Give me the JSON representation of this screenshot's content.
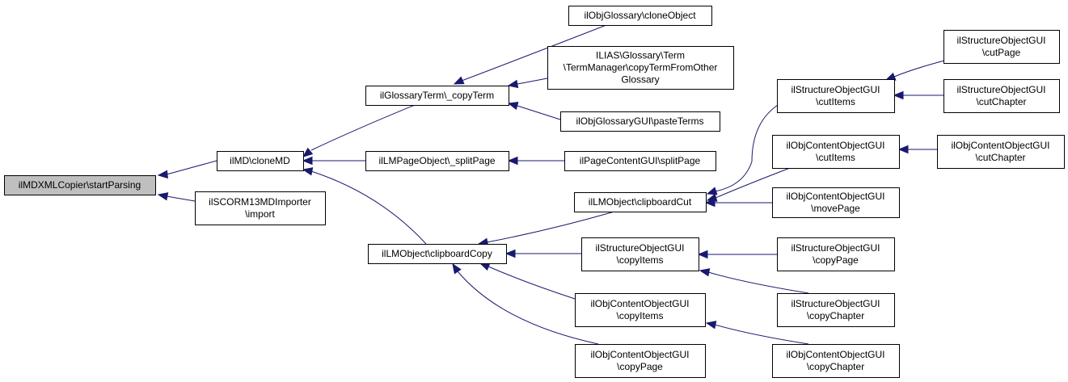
{
  "colors": {
    "edge": "#191970",
    "root_fill": "#bfbfbf",
    "node_fill": "#ffffff",
    "border": "#000000"
  },
  "nodes": [
    {
      "id": "root",
      "lines": [
        "ilMDXMLCopier\\startParsing"
      ]
    },
    {
      "id": "clonemd",
      "lines": [
        "ilMD\\cloneMD"
      ]
    },
    {
      "id": "scorm",
      "lines": [
        "ilSCORM13MDImporter",
        "\\import"
      ]
    },
    {
      "id": "glossterm",
      "lines": [
        "ilGlossaryTerm\\_copyTerm"
      ]
    },
    {
      "id": "splitpage",
      "lines": [
        "ilLMPageObject\\_splitPage"
      ]
    },
    {
      "id": "clipcopy",
      "lines": [
        "ilLMObject\\clipboardCopy"
      ]
    },
    {
      "id": "objglossclone",
      "lines": [
        "ilObjGlossary\\cloneObject"
      ]
    },
    {
      "id": "termmgr",
      "lines": [
        "ILIAS\\Glossary\\Term",
        "\\TermManager\\copyTermFromOther",
        "Glossary"
      ]
    },
    {
      "id": "pasteterms",
      "lines": [
        "ilObjGlossaryGUI\\pasteTerms"
      ]
    },
    {
      "id": "pcsplit",
      "lines": [
        "ilPageContentGUI\\splitPage"
      ]
    },
    {
      "id": "clipcut",
      "lines": [
        "ilLMObject\\clipboardCut"
      ]
    },
    {
      "id": "socopyitems",
      "lines": [
        "ilStructureObjectGUI",
        "\\copyItems"
      ]
    },
    {
      "id": "cocopyitems",
      "lines": [
        "ilObjContentObjectGUI",
        "\\copyItems"
      ]
    },
    {
      "id": "cocopypage",
      "lines": [
        "ilObjContentObjectGUI",
        "\\copyPage"
      ]
    },
    {
      "id": "socutitems",
      "lines": [
        "ilStructureObjectGUI",
        "\\cutItems"
      ]
    },
    {
      "id": "cocutitems",
      "lines": [
        "ilObjContentObjectGUI",
        "\\cutItems"
      ]
    },
    {
      "id": "comovepage",
      "lines": [
        "ilObjContentObjectGUI",
        "\\movePage"
      ]
    },
    {
      "id": "socopypage",
      "lines": [
        "ilStructureObjectGUI",
        "\\copyPage"
      ]
    },
    {
      "id": "socopychapter",
      "lines": [
        "ilStructureObjectGUI",
        "\\copyChapter"
      ]
    },
    {
      "id": "cocopychapter",
      "lines": [
        "ilObjContentObjectGUI",
        "\\copyChapter"
      ]
    },
    {
      "id": "socutpage",
      "lines": [
        "ilStructureObjectGUI",
        "\\cutPage"
      ]
    },
    {
      "id": "socutchapter",
      "lines": [
        "ilStructureObjectGUI",
        "\\cutChapter"
      ]
    },
    {
      "id": "cocutchapter",
      "lines": [
        "ilObjContentObjectGUI",
        "\\cutChapter"
      ]
    }
  ],
  "edges": [
    [
      "clonemd",
      "root"
    ],
    [
      "scorm",
      "root"
    ],
    [
      "glossterm",
      "clonemd"
    ],
    [
      "splitpage",
      "clonemd"
    ],
    [
      "clipcopy",
      "clonemd"
    ],
    [
      "objglossclone",
      "glossterm"
    ],
    [
      "termmgr",
      "glossterm"
    ],
    [
      "pasteterms",
      "glossterm"
    ],
    [
      "pcsplit",
      "splitpage"
    ],
    [
      "clipcut",
      "clipcopy"
    ],
    [
      "socopyitems",
      "clipcopy"
    ],
    [
      "cocopyitems",
      "clipcopy"
    ],
    [
      "cocopypage",
      "clipcopy"
    ],
    [
      "socutitems",
      "clipcut"
    ],
    [
      "cocutitems",
      "clipcut"
    ],
    [
      "comovepage",
      "clipcut"
    ],
    [
      "socopypage",
      "socopyitems"
    ],
    [
      "socopychapter",
      "socopyitems"
    ],
    [
      "cocopychapter",
      "cocopyitems"
    ],
    [
      "socutpage",
      "socutitems"
    ],
    [
      "socutchapter",
      "socutitems"
    ],
    [
      "cocutchapter",
      "cocutitems"
    ]
  ]
}
